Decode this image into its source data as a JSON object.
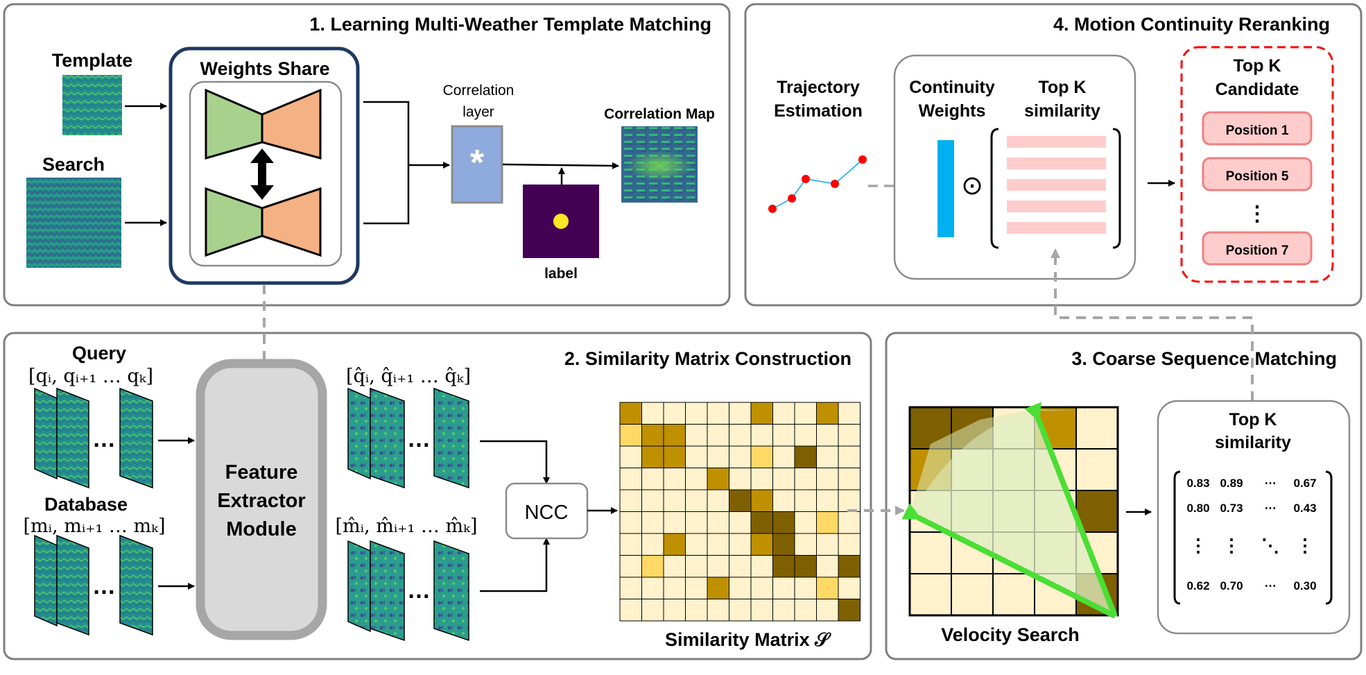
{
  "panels": {
    "p1": {
      "title": "1. Learning Multi-Weather Template Matching"
    },
    "p2": {
      "title": "2. Similarity Matrix Construction"
    },
    "p3": {
      "title": "3. Coarse Sequence Matching"
    },
    "p4": {
      "title": "4. Motion Continuity Reranking"
    }
  },
  "p1": {
    "template_label": "Template",
    "search_label": "Search",
    "weights_share": "Weights Share",
    "corr_layer_1": "Correlation",
    "corr_layer_2": "layer",
    "corr_symbol": "*",
    "corr_map": "Correlation Map",
    "label": "label"
  },
  "p2": {
    "query_label": "Query",
    "query_seq": "[qᵢ, qᵢ₊₁ … qₖ]",
    "database_label": "Database",
    "database_seq": "[mᵢ, mᵢ₊₁ … mₖ]",
    "qhat_seq": "[q̂ᵢ, q̂ᵢ₊₁ … q̂ₖ]",
    "mhat_seq": "[m̂ᵢ, m̂ᵢ₊₁ … m̂ₖ]",
    "dots": "…",
    "fem_1": "Feature",
    "fem_2": "Extractor",
    "fem_3": "Module",
    "ncc": "NCC",
    "sim_matrix": "Similarity Matrix 𝒮"
  },
  "p3": {
    "velocity": "Velocity Search",
    "topk_1": "Top K",
    "topk_2": "similarity",
    "rows": [
      [
        "0.83",
        "0.89",
        "⋯",
        "0.67"
      ],
      [
        "0.80",
        "0.73",
        "⋯",
        "0.43"
      ],
      [
        "⋮",
        "⋮",
        "⋱",
        "⋮"
      ],
      [
        "0.62",
        "0.70",
        "⋯",
        "0.30"
      ]
    ]
  },
  "p4": {
    "traj_1": "Trajectory",
    "traj_2": "Estimation",
    "cw_1": "Continuity",
    "cw_2": "Weights",
    "tks_1": "Top K",
    "tks_2": "similarity",
    "odot": "⊙",
    "cand_1": "Top K",
    "cand_2": "Candidate",
    "positions": [
      "Position 1",
      "Position 5",
      "Position 7"
    ],
    "vdots": "⋮"
  },
  "colors": {
    "green": "#a9d18e",
    "orange": "#f4b183",
    "navy": "#1f3864",
    "corr_blue": "#8faadc",
    "label_purple": "#440154",
    "label_dot": "#fde725",
    "sim_light": "#fff2cc",
    "sim_mid": "#ffd966",
    "sim_gold": "#bf9000",
    "sim_dark": "#7f6000",
    "cyan": "#00b0f0",
    "pink": "#ffcccc",
    "red": "#ff0000",
    "arrow_green": "#4ade34"
  },
  "similarity_matrix": [
    [
      3,
      0,
      0,
      0,
      0,
      0,
      2,
      0,
      0,
      2,
      0
    ],
    [
      1,
      3,
      3,
      0,
      0,
      0,
      0,
      0,
      0,
      0,
      0
    ],
    [
      0,
      3,
      3,
      0,
      0,
      0,
      1,
      0,
      4,
      0,
      0
    ],
    [
      0,
      0,
      0,
      0,
      3,
      0,
      0,
      0,
      0,
      0,
      0
    ],
    [
      0,
      0,
      0,
      0,
      0,
      4,
      3,
      0,
      0,
      0,
      0
    ],
    [
      0,
      0,
      0,
      0,
      0,
      0,
      4,
      4,
      0,
      1,
      0
    ],
    [
      0,
      0,
      3,
      0,
      0,
      0,
      3,
      4,
      0,
      0,
      0
    ],
    [
      0,
      1,
      0,
      0,
      0,
      0,
      0,
      4,
      4,
      0,
      4
    ],
    [
      0,
      0,
      0,
      0,
      3,
      0,
      0,
      0,
      0,
      1,
      0
    ],
    [
      0,
      0,
      0,
      0,
      0,
      0,
      0,
      0,
      0,
      0,
      4
    ]
  ],
  "velocity_matrix": [
    [
      4,
      4,
      0,
      2,
      0
    ],
    [
      3,
      0,
      0,
      0,
      0
    ],
    [
      0,
      0,
      0,
      0,
      4
    ],
    [
      0,
      0,
      0,
      0,
      0
    ],
    [
      0,
      0,
      0,
      0,
      4
    ]
  ]
}
